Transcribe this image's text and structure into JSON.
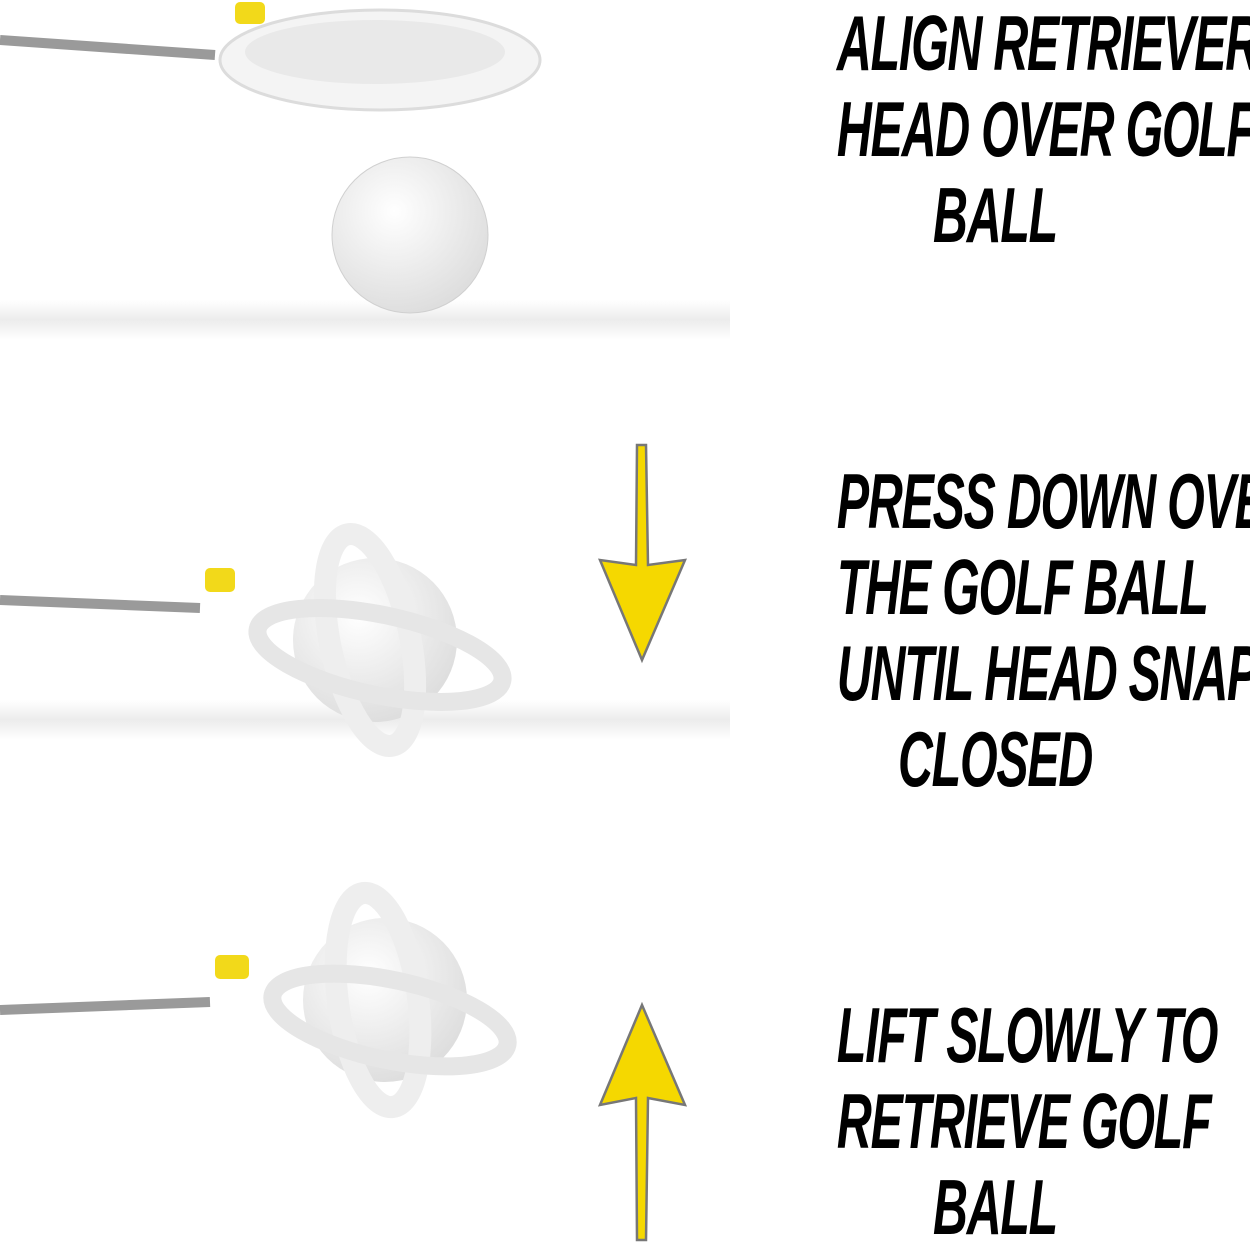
{
  "steps": [
    {
      "lines": [
        "ALIGN RETRIEVER",
        "HEAD OVER GOLF",
        "BALL"
      ],
      "arrow": "none"
    },
    {
      "lines": [
        "PRESS DOWN OVER",
        "THE GOLF BALL",
        "UNTIL HEAD SNAPS",
        "CLOSED"
      ],
      "arrow": "down"
    },
    {
      "lines": [
        "LIFT SLOWLY TO",
        "RETRIEVE GOLF",
        "BALL"
      ],
      "arrow": "up"
    }
  ],
  "colors": {
    "arrow": "#f5d800",
    "arrow_outline": "#777777",
    "text": "#000000",
    "accent_yellow": "#f2d91a"
  },
  "icons": [
    "arrow-down-icon",
    "arrow-up-icon"
  ]
}
